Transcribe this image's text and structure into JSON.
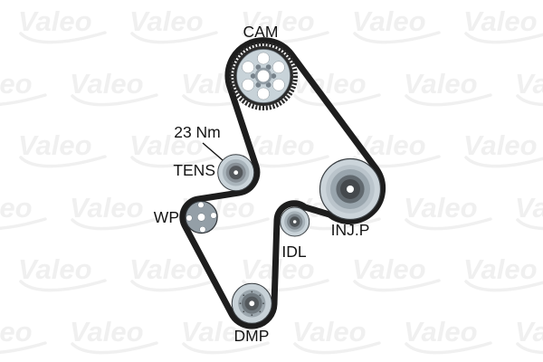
{
  "brand_watermark": {
    "text": "Valeo",
    "color": "#f0f0f0"
  },
  "diagram": {
    "type": "timing-belt-routing",
    "belt_color": "#1d1d1d",
    "torque_note": {
      "text": "23 Nm",
      "points_to": "TENS"
    },
    "pulleys": [
      {
        "id": "cam",
        "label": "CAM",
        "kind": "camshaft-sprocket"
      },
      {
        "id": "tens",
        "label": "TENS",
        "kind": "tensioner-pulley"
      },
      {
        "id": "wp",
        "label": "WP",
        "kind": "water-pump-pulley"
      },
      {
        "id": "idl",
        "label": "IDL",
        "kind": "idler-pulley"
      },
      {
        "id": "injp",
        "label": "INJ.P",
        "kind": "injection-pump-sprocket"
      },
      {
        "id": "dmp",
        "label": "DMP",
        "kind": "damper-pulley"
      }
    ]
  }
}
